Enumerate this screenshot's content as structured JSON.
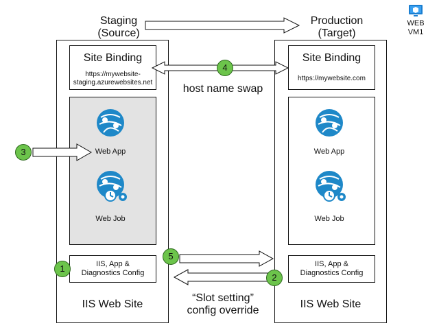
{
  "header": {
    "source_title_line1": "Staging",
    "source_title_line2": "(Source)",
    "target_title_line1": "Production",
    "target_title_line2": "(Target)"
  },
  "vm_badge": {
    "line1": "WEB",
    "line2": "VM1",
    "icon": "vm-icon"
  },
  "staging": {
    "site_binding_title": "Site Binding",
    "site_binding_url_line1": "https://mywebsite-",
    "site_binding_url_line2": "staging.azurewebsites.net",
    "web_app_label": "Web App",
    "web_job_label": "Web Job",
    "config_line1": "IIS, App &",
    "config_line2": "Diagnostics Config",
    "footer": "IIS Web Site"
  },
  "production": {
    "site_binding_title": "Site Binding",
    "site_binding_url": "https://mywebsite.com",
    "web_app_label": "Web App",
    "web_job_label": "Web Job",
    "config_line1": "IIS, App &",
    "config_line2": "Diagnostics Config",
    "footer": "IIS Web Site"
  },
  "annotations": {
    "host_name_swap": "host name swap",
    "slot_setting_line1": "“Slot setting”",
    "slot_setting_line2": "config override"
  },
  "steps": [
    "1",
    "2",
    "3",
    "4",
    "5"
  ],
  "colors": {
    "badge_fill": "#6cc44b",
    "web_app_icon": "#1e88c8",
    "panel_gray": "#e3e3e3"
  }
}
